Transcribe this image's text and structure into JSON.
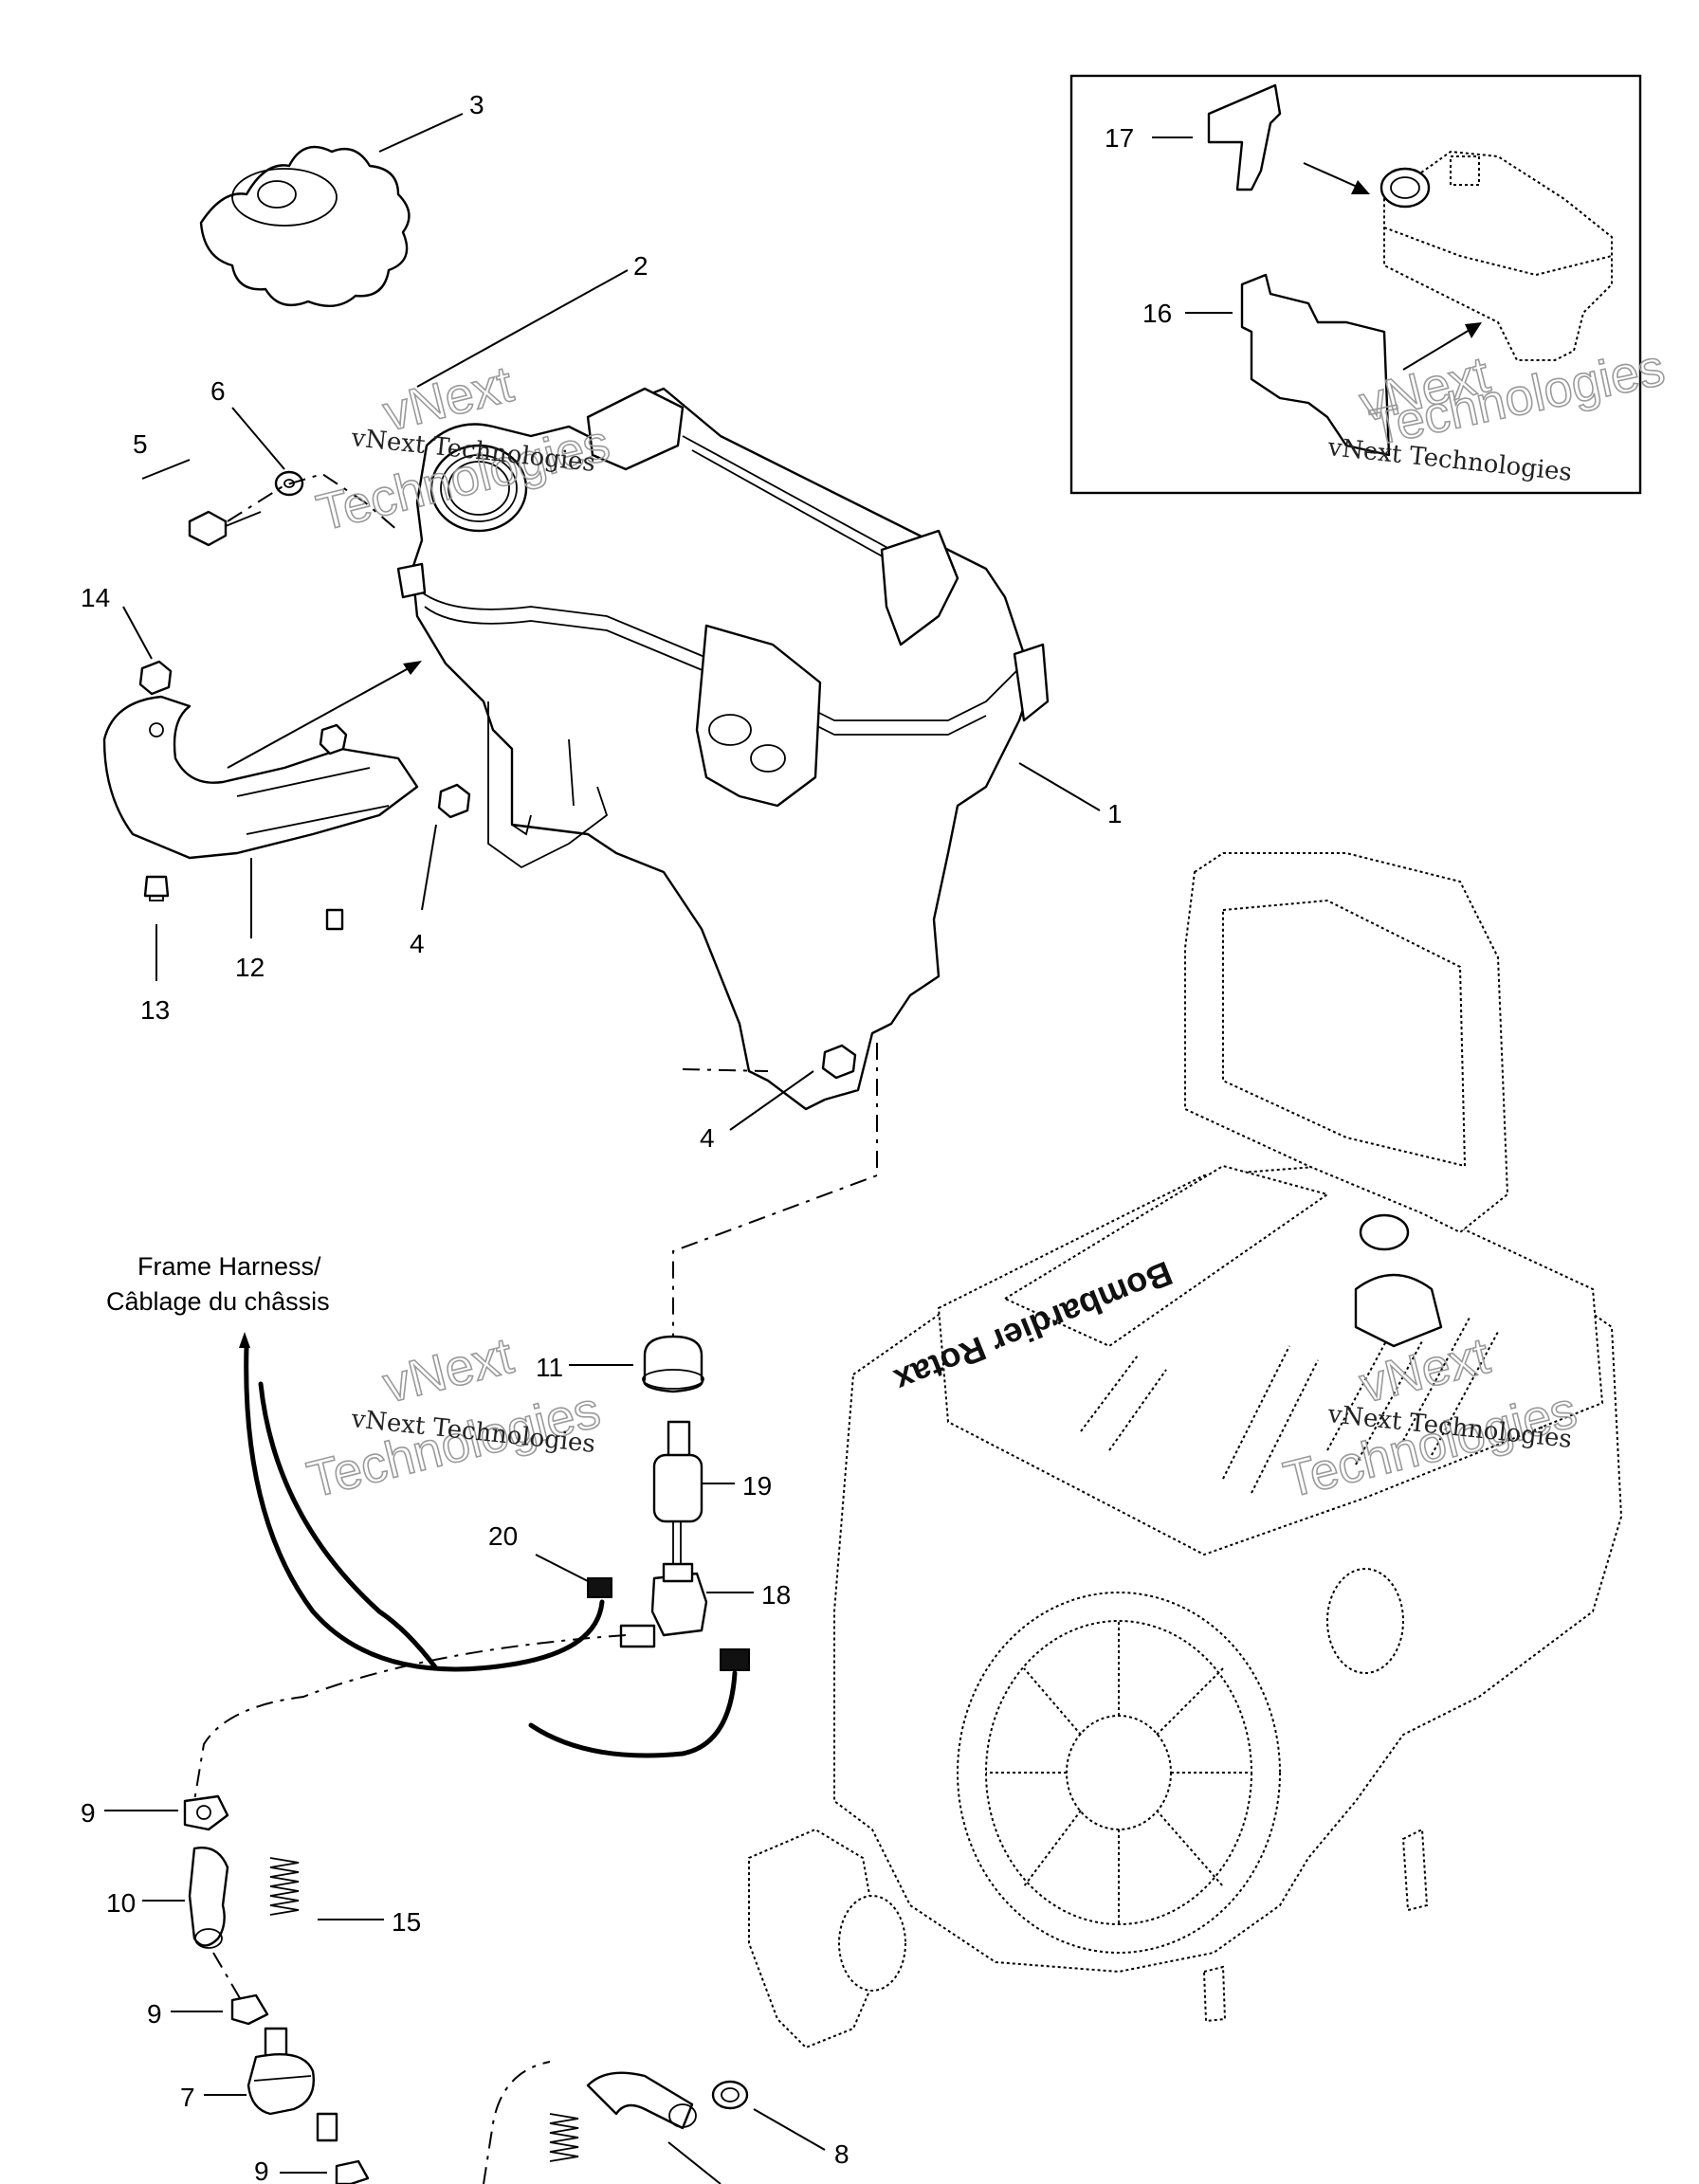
{
  "callouts": {
    "c1": "1",
    "c2": "2",
    "c3": "3",
    "c4a": "4",
    "c4b": "4",
    "c5": "5",
    "c6": "6",
    "c7": "7",
    "c8": "8",
    "c9a": "9",
    "c9b": "9",
    "c9c": "9",
    "c10": "10",
    "c11": "11",
    "c12": "12",
    "c13": "13",
    "c14": "14",
    "c15": "15",
    "c16": "16",
    "c17": "17",
    "c18": "18",
    "c19": "19",
    "c20": "20"
  },
  "harness_label": {
    "line1": "Frame Harness/",
    "line2": "Câblage du châssis"
  },
  "engine_brand": "Bombardier Rotax",
  "watermark": {
    "line_a": "vNext",
    "line_b": "vNext Technologies",
    "line_c": "Technologies"
  }
}
